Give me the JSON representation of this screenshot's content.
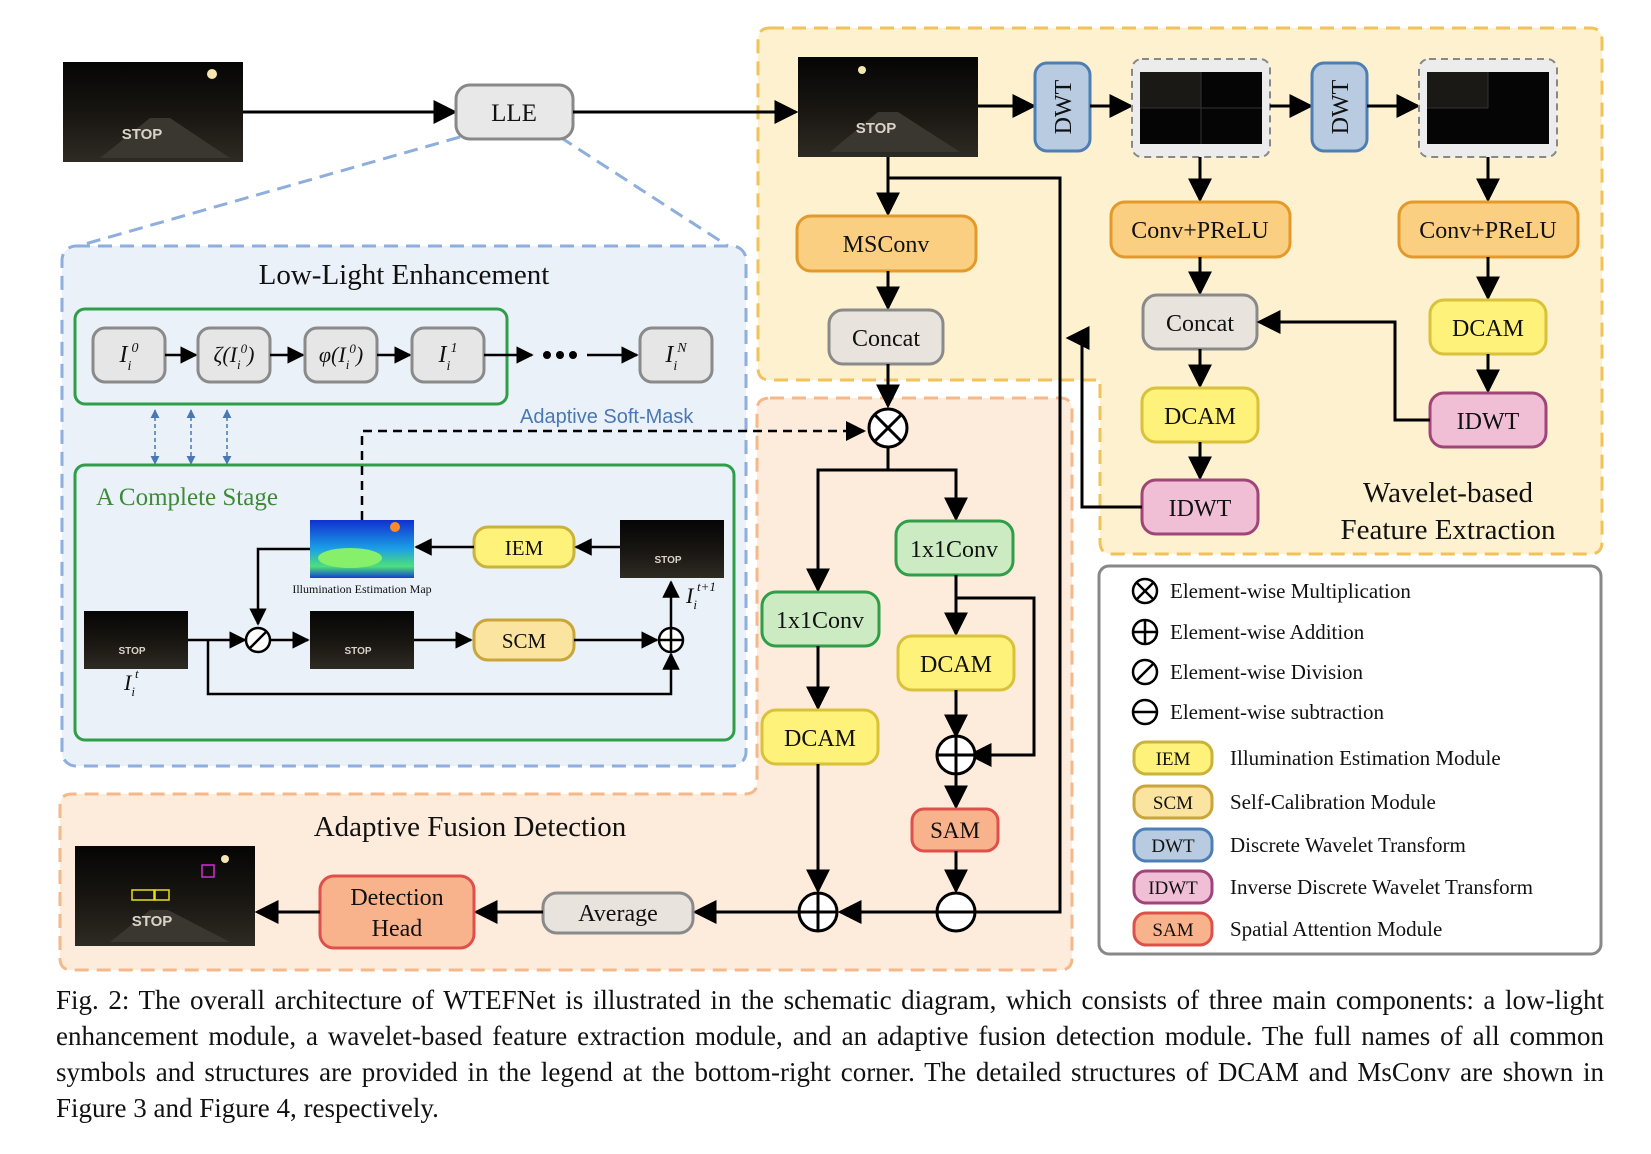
{
  "diagram": {
    "lle_label": "LLE",
    "regions": {
      "low_light": "Low-Light Enhancement",
      "complete_stage": "A Complete Stage",
      "adaptive_soft_mask": "Adaptive Soft-Mask",
      "wavelet_line1": "Wavelet-based",
      "wavelet_line2": "Feature Extraction",
      "fusion": "Adaptive Fusion Detection"
    },
    "iter_chain": [
      "I",
      "ζ(I",
      "φ(I",
      "I",
      "I"
    ],
    "stage": {
      "iem": "IEM",
      "scm": "SCM",
      "illum_map_caption": "Illumination Estimation Map",
      "input_label": "I",
      "output_label": "I"
    },
    "wavelet": {
      "dwt1": "DWT",
      "dwt2": "DWT",
      "msconv": "MSConv",
      "concat_main": "Concat",
      "conv_prelu_1": "Conv+PReLU",
      "conv_prelu_2": "Conv+PReLU",
      "concat_mid": "Concat",
      "dcam_mid": "DCAM",
      "dcam_right": "DCAM",
      "idwt_mid": "IDWT",
      "idwt_right": "IDWT"
    },
    "fusion": {
      "conv1x1_left": "1x1Conv",
      "conv1x1_right": "1x1Conv",
      "dcam_left": "DCAM",
      "dcam_right": "DCAM",
      "sam": "SAM",
      "average": "Average",
      "detection_head_1": "Detection",
      "detection_head_2": "Head"
    },
    "legend": [
      {
        "symbol": "Element-wise Multiplication"
      },
      {
        "symbol": "Element-wise Addition"
      },
      {
        "symbol": "Element-wise Division"
      },
      {
        "symbol": "Element-wise subtraction"
      },
      {
        "abbr": "IEM",
        "full": "Illumination Estimation Module",
        "color": "#fff27a",
        "border": "#c9b33a"
      },
      {
        "abbr": "SCM",
        "full": "Self-Calibration Module",
        "color": "#fbe3a0",
        "border": "#c9a53a"
      },
      {
        "abbr": "DWT",
        "full": "Discrete Wavelet Transform",
        "color": "#b8cbe0",
        "border": "#4d7fb5"
      },
      {
        "abbr": "IDWT",
        "full": "Inverse Discrete Wavelet Transform",
        "color": "#f0bfd6",
        "border": "#a0457a"
      },
      {
        "abbr": "SAM",
        "full": "Spatial Attention Module",
        "color": "#f9b38c",
        "border": "#e0504a"
      }
    ],
    "colors": {
      "yellow_region": "#fdf1cf",
      "orange_region": "#fdebdc",
      "blue_region": "#eaf1f8",
      "green_border": "#2f9e49",
      "orange_box": "#fbcf82",
      "green_box": "#cdebc3"
    }
  },
  "caption": "Fig. 2: The overall architecture of WTEFNet is illustrated in the schematic diagram, which consists of three main components: a low-light enhancement module, a wavelet-based feature extraction module, and an adaptive fusion detection module. The full names of all common symbols and structures are provided in the legend at the bottom-right corner. The detailed structures of DCAM and MsConv are shown in Figure 3 and Figure 4, respectively."
}
